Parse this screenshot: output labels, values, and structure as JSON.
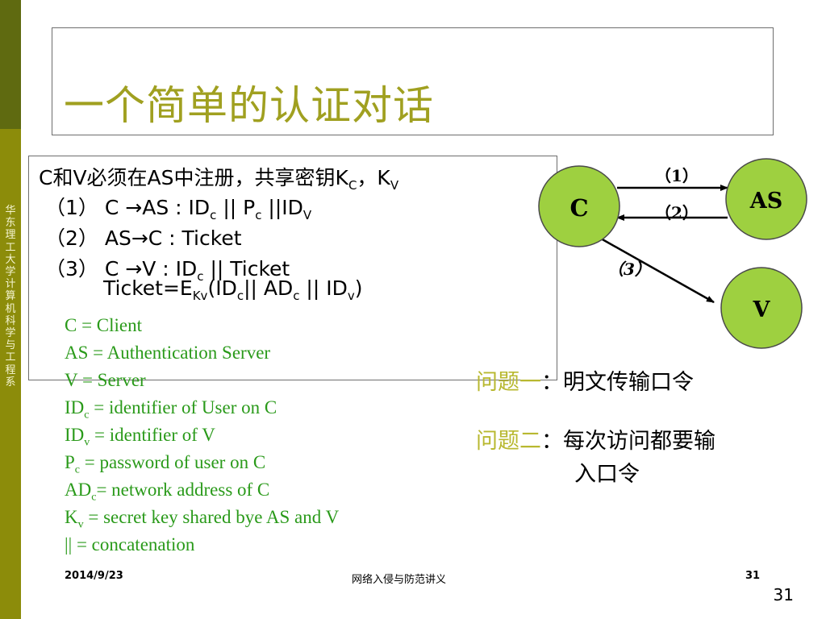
{
  "sidebar": {
    "text": "华东理工大学计算机科学与工程系"
  },
  "slide": {
    "title": "一个简单的认证对话"
  },
  "protocol": {
    "line0": {
      "a": "C和V必须在AS中注册，共享密钥K",
      "s1": "C",
      "b": "，K",
      "s2": "V"
    },
    "line1": {
      "a": "（1）  C ",
      "arrow": "→",
      "b": "AS :  ID",
      "s1": "c",
      "c": " || P",
      "s2": "c",
      "d": " ||ID",
      "s3": "V"
    },
    "line2": {
      "a": "（2） AS",
      "arrow": "→",
      "b": "C   :  Ticket"
    },
    "line3": {
      "a": "（3） C  ",
      "arrow": "→",
      "b": "V   :   ID",
      "s1": "c",
      "c": " || Ticket"
    },
    "line4": {
      "a": "Ticket=E",
      "s1": "Kv",
      "b": "(ID",
      "s2": "c",
      "c": "|| AD",
      "s3": "c",
      "d": " || ID",
      "s4": "v",
      "e": ")"
    }
  },
  "definitions": {
    "d1": "C   =  Client",
    "d2": "AS = Authentication   Server",
    "d3": "V   =  Server",
    "d4": {
      "a": "ID",
      "s": "c",
      "b": " = identifier of User on C"
    },
    "d5": {
      "a": "ID",
      "s": "v",
      "b": " = identifier of V"
    },
    "d6": {
      "a": "P",
      "s": "c",
      "b": "  = password of user on C"
    },
    "d7": {
      "a": "AD",
      "s": "c",
      "b": "= network address of C"
    },
    "d8": {
      "a": "K",
      "s": "v",
      "b": "  =  secret key shared bye AS and V"
    },
    "d9": "||   = concatenation"
  },
  "diagram": {
    "node_c": "C",
    "node_as": "AS",
    "node_v": "V",
    "label1": "（1）",
    "label2": "（2）",
    "label3": "（3）",
    "colors": {
      "node_fill": "#9ed040",
      "node_stroke": "#4a4a4a"
    }
  },
  "questions": {
    "q1": {
      "hl": "问题一",
      "rest": "：明文传输口令"
    },
    "q2": {
      "hl": "问题二",
      "rest": "：每次访问都要输"
    },
    "q2b": "入口令"
  },
  "footer": {
    "date": "2014/9/23",
    "center": "网络入侵与防范讲义",
    "page": "31",
    "page_big": "31"
  }
}
